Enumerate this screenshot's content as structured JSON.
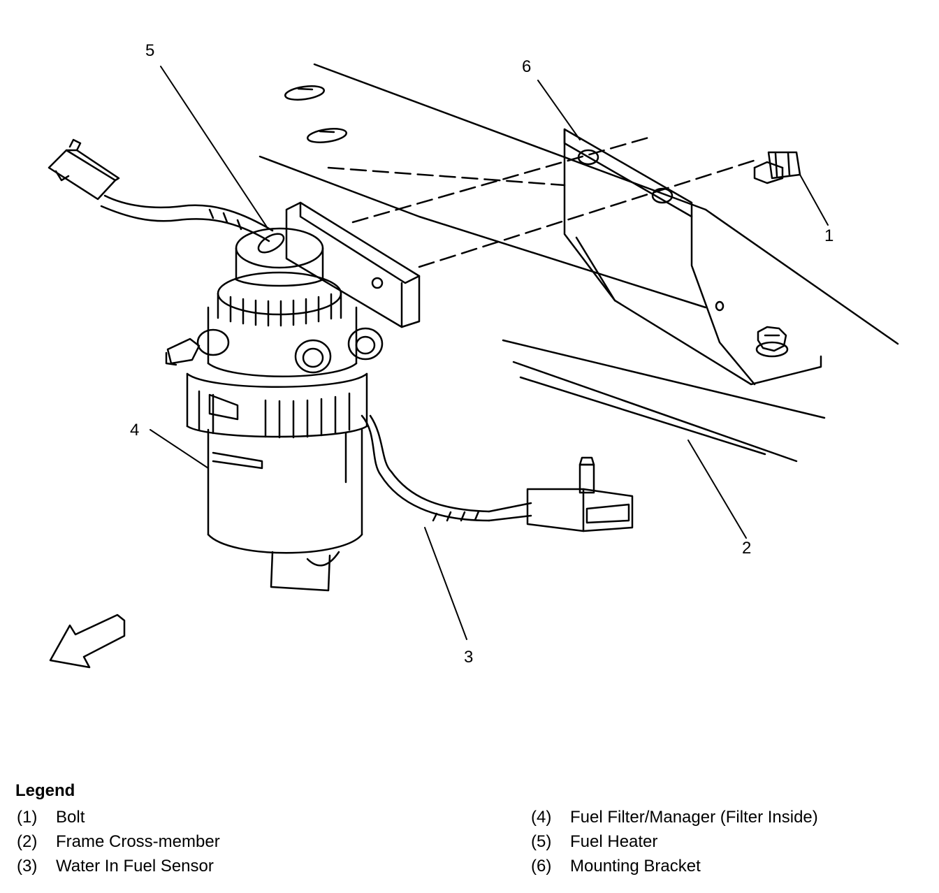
{
  "callouts": [
    {
      "id": "1",
      "text": "1"
    },
    {
      "id": "2",
      "text": "2"
    },
    {
      "id": "3",
      "text": "3"
    },
    {
      "id": "4",
      "text": "4"
    },
    {
      "id": "5",
      "text": "5"
    },
    {
      "id": "6",
      "text": "6"
    }
  ],
  "legend": {
    "title": "Legend",
    "left": [
      {
        "num": "(1)",
        "label": "Bolt"
      },
      {
        "num": "(2)",
        "label": "Frame Cross-member"
      },
      {
        "num": "(3)",
        "label": "Water In Fuel Sensor"
      }
    ],
    "right": [
      {
        "num": "(4)",
        "label": "Fuel Filter/Manager (Filter Inside)"
      },
      {
        "num": "(5)",
        "label": "Fuel Heater"
      },
      {
        "num": "(6)",
        "label": "Mounting Bracket"
      }
    ]
  }
}
